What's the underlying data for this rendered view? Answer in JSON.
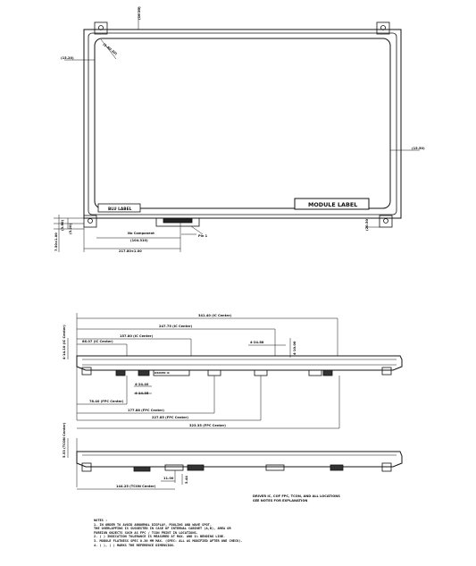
{
  "front_view": {
    "label_top": "(16.10)",
    "label_left_mid": "(15.20)",
    "label_right_mid": "(15.50)",
    "label_corner": "(2-R0.30)",
    "blu_label": "BLU LABEL",
    "module_label": "MODULE LABEL",
    "no_component": "No Component",
    "dim_104": "(104.310)",
    "dim_217": "217.80±1.00",
    "pin1": "Pin 1",
    "left_dims": [
      "7.50±1.00",
      "(3.80)",
      "(5.20)"
    ],
    "right_dim": "(20.50)"
  },
  "mid_view": {
    "dim_total": "341.40 (IC Center)",
    "dim_247": "247.75 (IC Center)",
    "dim_157": "157.80 (IC Center)",
    "dim_86": "86.07 (IC Center)",
    "dim_624": "4-24.88",
    "dim_left_vertical": "4-14.10 (IC Center)",
    "dim_right_vertical": "4-10.00",
    "dim_2440": "4-24.40",
    "dim_1435": "4-14.35",
    "dim_7840": "78.40 (FPC Center)",
    "dim_17788": "177.88 (FPC Center)",
    "dim_22785": "227.85 (FPC Center)",
    "dim_32335": "323.35 (FPC Center)",
    "driver_ic": "DRIVER IC"
  },
  "bottom_view": {
    "dim_vertical": "5.53 (TCON Center)",
    "dim_11": "11.00",
    "dim_544": "5.44",
    "dim_144": "144.25 (TCON Center)",
    "note_1": "DRIVER IC, COF FPC, TCON, AND ALL LOCATIONS",
    "note_2": "SEE NOTES FOR EXPLANATION"
  },
  "notes": {
    "title": "NOTES :",
    "lines": [
      "1. IN ORDER TO AVOID ABNORMAL DISPLAY, POOLING AND WAVE SPOT,",
      "   THE OVERLAPPING IS SUGGESTED IN CASE OF INTERNAL CABINET (A,B), AREA OR",
      "   FOREIGN OBJECTS SUCH AS FPC / TCON PRINT IN LOCATIONS.",
      "2. (  ) INDICATION TOLERANCE IS MEASURED AT MAX. AND 1% BENDING LINE.",
      "3. MODULE FLATNESS SPEC 0.30 MM MAX. (SPEC: ALL AS MODIFIED AFTER ONE CHECK).",
      "4. ( ), ( ) MARKS THE REFERENCE DIMENSION."
    ]
  }
}
